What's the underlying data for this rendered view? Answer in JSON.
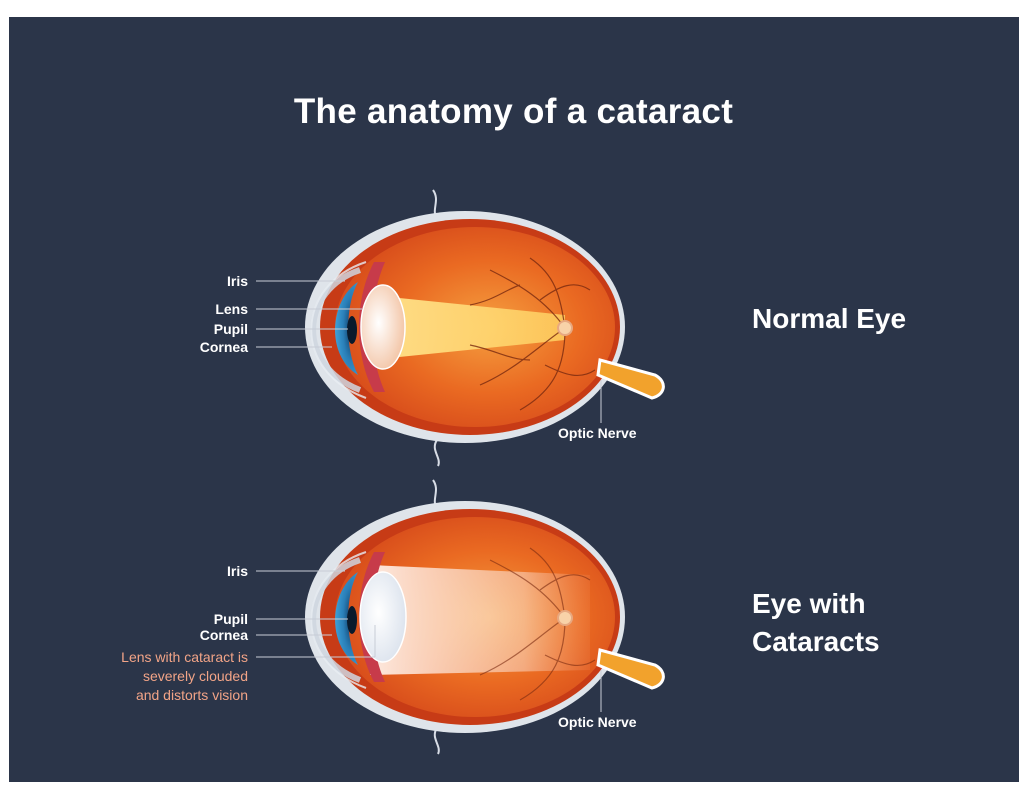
{
  "title": "The anatomy of a cataract",
  "normal": {
    "heading": "Normal Eye",
    "labels": {
      "iris": "Iris",
      "lens": "Lens",
      "pupil": "Pupil",
      "cornea": "Cornea",
      "optic_nerve": "Optic Nerve"
    }
  },
  "cataract": {
    "heading_line1": "Eye with",
    "heading_line2": "Cataracts",
    "labels": {
      "iris": "Iris",
      "pupil": "Pupil",
      "cornea": "Cornea",
      "lens_line1": "Lens with cataract is",
      "lens_line2": "severely clouded",
      "lens_line3": "and distorts vision",
      "optic_nerve": "Optic Nerve"
    }
  },
  "colors": {
    "background": "#2b3549",
    "eyeball": "#e85a1c",
    "iris": "#2a7fb8",
    "lens_warning": "#f2a487",
    "optic_nerve": "#f2a22c"
  }
}
